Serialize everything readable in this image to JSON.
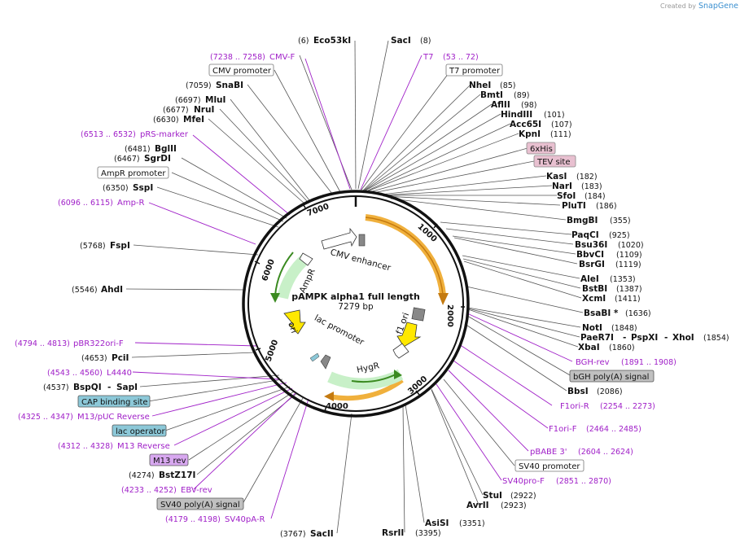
{
  "credit": {
    "prefix": "Created by",
    "brand": "SnapGene"
  },
  "map": {
    "title": "pAMPK alpha1 full length",
    "size": "7279 bp"
  },
  "ticks": [
    "1000",
    "2000",
    "3000",
    "4000",
    "5000",
    "6000",
    "7000"
  ],
  "features": {
    "cmv_enhancer": "CMV enhancer",
    "ampr": "AmpR",
    "ori": "ori",
    "lac_promoter": "lac promoter",
    "f1_ori": "f1 ori",
    "hygr": "HygR"
  },
  "left_labels": [
    {
      "pos": "(6)",
      "name": "Eco53kI"
    },
    {
      "pos": "(7238 .. 7258)",
      "name": "CMV-F"
    },
    {
      "pos": "",
      "name": "CMV promoter"
    },
    {
      "pos": "(7059)",
      "name": "SnaBI"
    },
    {
      "pos": "(6697)",
      "name": "MluI"
    },
    {
      "pos": "(6677)",
      "name": "NruI"
    },
    {
      "pos": "(6630)",
      "name": "MfeI"
    },
    {
      "pos": "(6513 .. 6532)",
      "name": "pRS-marker"
    },
    {
      "pos": "(6481)",
      "name": "BglII"
    },
    {
      "pos": "(6467)",
      "name": "SgrDI"
    },
    {
      "pos": "",
      "name": "AmpR promoter"
    },
    {
      "pos": "(6350)",
      "name": "SspI"
    },
    {
      "pos": "(6096 .. 6115)",
      "name": "Amp-R"
    },
    {
      "pos": "(5768)",
      "name": "FspI"
    },
    {
      "pos": "(5546)",
      "name": "AhdI"
    },
    {
      "pos": "(4794 .. 4813)",
      "name": "pBR322ori-F"
    },
    {
      "pos": "(4653)",
      "name": "PciI"
    },
    {
      "pos": "(4543 .. 4560)",
      "name": "L4440"
    },
    {
      "pos": "(4537)",
      "name": "BspQI",
      "extra": "SapI"
    },
    {
      "pos": "",
      "name": "CAP binding site"
    },
    {
      "pos": "(4325 .. 4347)",
      "name": "M13/pUC Reverse"
    },
    {
      "pos": "",
      "name": "lac operator"
    },
    {
      "pos": "(4312 .. 4328)",
      "name": "M13 Reverse"
    },
    {
      "pos": "",
      "name": "M13 rev"
    },
    {
      "pos": "(4274)",
      "name": "BstZ17I"
    },
    {
      "pos": "(4233 .. 4252)",
      "name": "EBV-rev"
    },
    {
      "pos": "",
      "name": "SV40 poly(A) signal"
    },
    {
      "pos": "(4179 .. 4198)",
      "name": "SV40pA-R"
    },
    {
      "pos": "(3767)",
      "name": "SacII"
    }
  ],
  "right_labels": [
    {
      "name": "SacI",
      "pos": "(8)"
    },
    {
      "name": "T7",
      "pos": "(53 .. 72)"
    },
    {
      "name": "T7 promoter",
      "pos": ""
    },
    {
      "name": "NheI",
      "pos": "(85)"
    },
    {
      "name": "BmtI",
      "pos": "(89)"
    },
    {
      "name": "AflII",
      "pos": "(98)"
    },
    {
      "name": "HindIII",
      "pos": "(101)"
    },
    {
      "name": "Acc65I",
      "pos": "(107)"
    },
    {
      "name": "KpnI",
      "pos": "(111)"
    },
    {
      "name": "6xHis",
      "pos": ""
    },
    {
      "name": "TEV site",
      "pos": ""
    },
    {
      "name": "KasI",
      "pos": "(182)"
    },
    {
      "name": "NarI",
      "pos": "(183)"
    },
    {
      "name": "SfoI",
      "pos": "(184)"
    },
    {
      "name": "PluTI",
      "pos": "(186)"
    },
    {
      "name": "BmgBI",
      "pos": "(355)"
    },
    {
      "name": "PaqCI",
      "pos": "(925)"
    },
    {
      "name": "Bsu36I",
      "pos": "(1020)"
    },
    {
      "name": "BbvCI",
      "pos": "(1109)"
    },
    {
      "name": "BsrGI",
      "pos": "(1119)"
    },
    {
      "name": "AleI",
      "pos": "(1353)"
    },
    {
      "name": "BstBI",
      "pos": "(1387)"
    },
    {
      "name": "XcmI",
      "pos": "(1411)"
    },
    {
      "name": "BsaBI *",
      "pos": "(1636)"
    },
    {
      "name": "NotI",
      "pos": "(1848)"
    },
    {
      "name": "PaeR7I",
      "extra1": "PspXI",
      "extra2": "XhoI",
      "pos": "(1854)"
    },
    {
      "name": "XbaI",
      "pos": "(1860)"
    },
    {
      "name": "BGH-rev",
      "pos": "(1891 .. 1908)"
    },
    {
      "name": "bGH poly(A) signal",
      "pos": ""
    },
    {
      "name": "BbsI",
      "pos": "(2086)"
    },
    {
      "name": "F1ori-R",
      "pos": "(2254 .. 2273)"
    },
    {
      "name": "F1ori-F",
      "pos": "(2464 .. 2485)"
    },
    {
      "name": "pBABE 3'",
      "pos": "(2604 .. 2624)"
    },
    {
      "name": "SV40 promoter",
      "pos": ""
    },
    {
      "name": "SV40pro-F",
      "pos": "(2851 .. 2870)"
    },
    {
      "name": "StuI",
      "pos": "(2922)"
    },
    {
      "name": "AvrII",
      "pos": "(2923)"
    },
    {
      "name": "AsiSI",
      "pos": "(3351)"
    },
    {
      "name": "RsrII",
      "pos": "(3395)"
    }
  ],
  "colors": {
    "primer": "#a020c8",
    "ring": "#111111",
    "orange_feature": "#f0b03c",
    "green_feature": "#7ec850",
    "yellow_feature": "#ffe800",
    "grey_feature": "#9a9a9a",
    "pink_box": "#e8c0d0",
    "blue_box": "#8cc8d8",
    "grey_box": "#c0c0c0",
    "violet_box": "#d8a8f0"
  }
}
